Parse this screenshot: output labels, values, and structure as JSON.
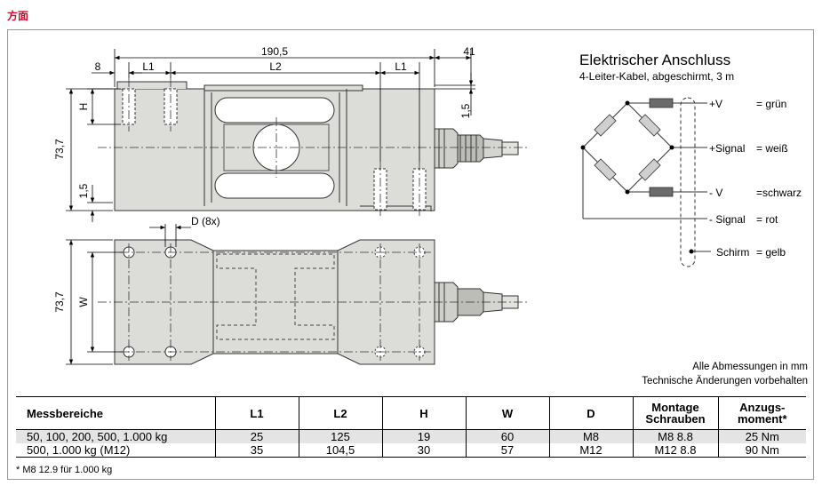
{
  "heading": "方面",
  "drawing": {
    "dim_total_length": "190,5",
    "dim_connector": "41",
    "dim_offset": "8",
    "dim_l1": "L1",
    "dim_l2": "L2",
    "dim_height": "73,7",
    "dim_h": "H",
    "dim_15_top": "1,5",
    "dim_15_bottom": "1,5",
    "dim_d": "D (8x)",
    "dim_height_bottom": "73,7",
    "dim_w": "W"
  },
  "wiring": {
    "title": "Elektrischer Anschluss",
    "subtitle": "4-Leiter-Kabel, abgeschirmt, 3 m",
    "lines": [
      {
        "label": "+V",
        "color": "= grün"
      },
      {
        "label": "+Signal",
        "color": "= weiß"
      },
      {
        "label": "- V",
        "color": "=schwarz"
      },
      {
        "label": "- Signal",
        "color": "= rot"
      },
      {
        "label": "Schirm",
        "color": "= gelb"
      }
    ]
  },
  "notes": {
    "dimensions": "Alle Abmessungen in mm",
    "changes": "Technische Änderungen vorbehalten"
  },
  "table": {
    "headers": [
      "Messbereiche",
      "L1",
      "L2",
      "H",
      "W",
      "D",
      "Montage Schrauben",
      "Anzugs- moment*"
    ],
    "rows": [
      [
        "50, 100, 200, 500, 1.000 kg",
        "25",
        "125",
        "19",
        "60",
        "M8",
        "M8 8.8",
        "25 Nm"
      ],
      [
        "500, 1.000 kg (M12)",
        "35",
        "104,5",
        "30",
        "57",
        "M12",
        "M12 8.8",
        "90 Nm"
      ]
    ]
  },
  "footnote": "* M8 12.9 für 1.000 kg"
}
